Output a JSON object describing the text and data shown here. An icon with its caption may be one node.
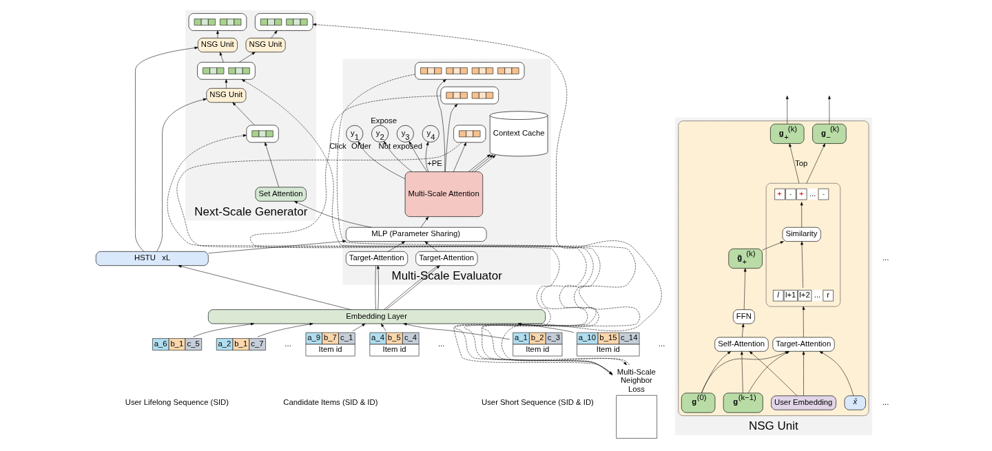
{
  "diagram": {
    "nodes": [
      {
        "text": [
          "Next-Scale Generator"
        ]
      },
      {
        "text": [],
        "shape": "box",
        "in": 0
      },
      {
        "text": [],
        "shape": "box",
        "in": 0
      },
      {
        "text": [
          "NSG Unit"
        ],
        "in": 0
      },
      {
        "text": [
          "NSG Unit"
        ],
        "in": 0
      },
      {
        "text": [],
        "shape": "box",
        "in": 0
      },
      {
        "text": [
          "NSG Unit"
        ],
        "in": 0
      },
      {
        "text": [],
        "shape": "box",
        "in": 0
      },
      {
        "text": [
          "Set Attention"
        ],
        "in": 0
      },
      {
        "text": [
          "Multi-Scale Neighbor Loss"
        ]
      },
      {
        "text": [
          "Multi-Scale Evaluator"
        ]
      },
      {
        "text": [
          "y$_{1}$"
        ],
        "beside": [
          "Click"
        ],
        "in": 10
      },
      {
        "text": [
          "y$_{2}$"
        ],
        "beside": [
          "Order"
        ],
        "in": 10
      },
      {
        "text": [
          "y$_{3}$"
        ],
        "beside": [
          "Expose"
        ],
        "in": 10
      },
      {
        "text": [
          "y$_{4}$"
        ],
        "beside": [
          "Not exposed"
        ],
        "in": 10
      },
      {
        "text": [],
        "shape": "box",
        "in": 10
      },
      {
        "text": [],
        "shape": "box",
        "in": 10
      },
      {
        "text": [],
        "shape": "box",
        "in": 10
      },
      {
        "text": [
          "Multi-Scale Attention"
        ],
        "in": 10
      },
      {
        "text": [
          "Context Cache"
        ],
        "in": 10
      },
      {
        "text": [
          "MLP (Parameter Sharing)"
        ],
        "in": 10
      },
      {
        "text": [
          "Target-Attention"
        ],
        "in": 10
      },
      {
        "text": [
          "Target-Attention"
        ],
        "in": 10
      },
      {
        "text": [
          "HSTU   xL"
        ]
      },
      {
        "text": [
          "Embedding Layer"
        ]
      },
      {
        "text": [
          "a_6",
          "b_1",
          "c_5"
        ]
      },
      {
        "text": [
          "a_2",
          "b_1",
          "c_7"
        ]
      },
      {
        "text": [
          "a_9",
          "b_7",
          "c_1",
          "Item id"
        ]
      },
      {
        "text": [
          "a_4",
          "b_5",
          "c_4",
          "Item id"
        ]
      },
      {
        "text": [
          "a_1",
          "b_2",
          "c_3",
          "Item id"
        ]
      },
      {
        "text": [
          "a_10",
          "b_15",
          "c_14",
          "Item id"
        ]
      },
      {
        "text": [
          "NSG Unit"
        ]
      },
      {
        "text": [],
        "shape": "box",
        "in": 31
      },
      {
        "text": [
          "**g**$_{+}$$^{(k)}$"
        ],
        "in": 32
      },
      {
        "text": [
          "**g**$_{−}$$^{(k)}$"
        ],
        "in": 32
      },
      {
        "text": [
          "**g̃**$_{+}$$^{(k)}$"
        ],
        "in": 32
      },
      {
        "text": [
          "FFN"
        ],
        "in": 32
      },
      {
        "text": [],
        "shape": "box",
        "in": 32
      },
      {
        "text": [
          "+",
          "-",
          "+",
          "...",
          "-"
        ],
        "in": 37
      },
      {
        "text": [
          "Similarity"
        ],
        "in": 37
      },
      {
        "text": [
          "*l*",
          "l+1",
          "l+2",
          "...",
          "r"
        ],
        "in": 37
      },
      {
        "text": [
          "Self-Attention"
        ],
        "in": 32
      },
      {
        "text": [
          "Target-Attention"
        ],
        "in": 32
      },
      {
        "text": [
          "**g**$^{(0)}$"
        ],
        "in": 32
      },
      {
        "text": [
          "**g**$^{(k−1)}$"
        ],
        "in": 32
      },
      {
        "text": [
          "User Embedding"
        ],
        "in": 32
      },
      {
        "text": [
          "*x̂*"
        ],
        "in": 32
      }
    ],
    "edges": [
      {
        "from": 3,
        "to": 1,
        "arrow": "to"
      },
      {
        "from": 4,
        "to": 2,
        "arrow": "to"
      },
      {
        "from": 5,
        "to": 3,
        "arrow": "to"
      },
      {
        "from": 5,
        "to": 4,
        "arrow": "to"
      },
      {
        "from": 6,
        "to": 5,
        "arrow": "to"
      },
      {
        "from": 7,
        "to": 6,
        "arrow": "to"
      },
      {
        "from": 8,
        "to": 7,
        "arrow": "to"
      },
      {
        "from": 23,
        "to": 3,
        "arrow": "to"
      },
      {
        "from": 23,
        "to": 6,
        "arrow": "to"
      },
      {
        "from": 23,
        "to": 20,
        "arrow": "to"
      },
      {
        "from": 20,
        "to": 8,
        "arrow": "to"
      },
      {
        "from": 20,
        "to": 18,
        "arrow": "to"
      },
      {
        "from": 9,
        "to": 2,
        "arrow": "to",
        "style": "dashed"
      },
      {
        "from": 9,
        "to": 5,
        "arrow": "to",
        "style": "dashed"
      },
      {
        "from": 9,
        "to": 7,
        "arrow": "to",
        "style": "dashed"
      },
      {
        "from": 15,
        "to": 9,
        "arrow": "to",
        "style": "dashed"
      },
      {
        "from": 16,
        "to": 9,
        "arrow": "to",
        "style": "dashed"
      },
      {
        "from": 17,
        "to": 9,
        "arrow": "to",
        "style": "dashed"
      },
      {
        "from": 18,
        "to": 11,
        "arrow": "to"
      },
      {
        "from": 18,
        "to": 12,
        "arrow": "to"
      },
      {
        "from": 18,
        "to": 13,
        "arrow": "to"
      },
      {
        "from": 18,
        "to": 14,
        "arrow": "to",
        "label": "+PE"
      },
      {
        "from": 18,
        "to": 15,
        "arrow": "to"
      },
      {
        "from": 18,
        "to": 16,
        "arrow": "to"
      },
      {
        "from": 18,
        "to": 17,
        "arrow": "to"
      },
      {
        "from": 18,
        "to": 19,
        "arrow": "to"
      },
      {
        "from": 18,
        "to": 19,
        "arrow": "to"
      },
      {
        "from": 18,
        "to": 19,
        "arrow": "to"
      },
      {
        "from": 21,
        "to": 20,
        "arrow": "to"
      },
      {
        "from": 22,
        "to": 20,
        "arrow": "to"
      },
      {
        "from": 24,
        "to": 23,
        "arrow": "to"
      },
      {
        "from": 24,
        "to": 21,
        "arrow": "none"
      },
      {
        "from": 24,
        "to": 22,
        "arrow": "none"
      },
      {
        "from": 24,
        "to": 21,
        "arrow": "to"
      },
      {
        "from": 24,
        "to": 22,
        "arrow": "to"
      },
      {
        "from": 25,
        "to": 24,
        "arrow": "to"
      },
      {
        "from": 26,
        "to": 24,
        "arrow": "to"
      },
      {
        "from": 27,
        "to": 24,
        "arrow": "to"
      },
      {
        "from": 28,
        "to": 24,
        "arrow": "to"
      },
      {
        "from": 29,
        "to": 24,
        "arrow": "to"
      },
      {
        "from": 30,
        "to": 24,
        "arrow": "to"
      },
      {
        "from": 33,
        "to": null,
        "arrow": "to"
      },
      {
        "from": 34,
        "to": null,
        "arrow": "to"
      },
      {
        "from": 37,
        "to": 34,
        "arrow": "to"
      },
      {
        "from": 37,
        "to": 33,
        "arrow": "to",
        "label": "Top"
      },
      {
        "from": 35,
        "to": 39,
        "arrow": "to"
      },
      {
        "from": 39,
        "to": 38,
        "arrow": "to"
      },
      {
        "from": 40,
        "to": 39,
        "arrow": "to"
      },
      {
        "from": 42,
        "to": 37,
        "arrow": "to"
      },
      {
        "from": 36,
        "to": 35,
        "arrow": "to"
      },
      {
        "from": 41,
        "to": 36,
        "arrow": "to"
      },
      {
        "from": 43,
        "to": 41,
        "arrow": "to"
      },
      {
        "from": 44,
        "to": 41,
        "arrow": "to"
      },
      {
        "from": 45,
        "to": 41,
        "arrow": "to"
      },
      {
        "from": 43,
        "to": 42,
        "arrow": "to"
      },
      {
        "from": 44,
        "to": 42,
        "arrow": "to"
      },
      {
        "from": 45,
        "to": 42,
        "arrow": "to"
      },
      {
        "from": 46,
        "to": 42,
        "arrow": "to"
      }
    ],
    "labels": [
      "...",
      "...",
      "...",
      "...",
      "User Lifelong Sequence (SID)",
      "Candidate Items (SID & ID)",
      "User Short Sequence (SID & ID)",
      "..."
    ]
  }
}
